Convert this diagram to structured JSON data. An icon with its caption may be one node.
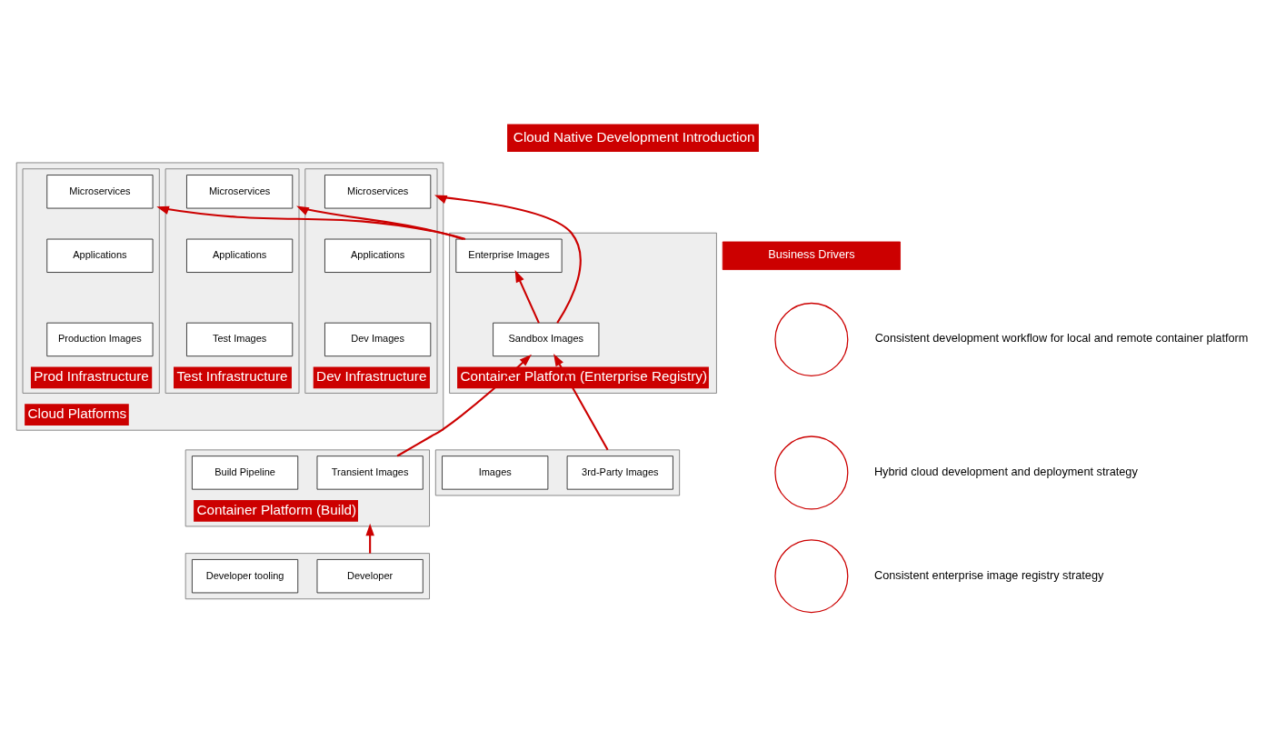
{
  "diagram": {
    "title": "Cloud Native Development Introduction",
    "nodes": [
      {
        "text": [
          "Cloud Platforms"
        ]
      },
      {
        "text": [
          "Dev Infrastructure"
        ],
        "in": 0
      },
      {
        "text": [
          "Microservices"
        ],
        "in": 1
      },
      {
        "text": [
          "Applications"
        ],
        "in": 1
      },
      {
        "text": [
          "Dev Images"
        ],
        "in": 1
      },
      {
        "text": [
          "Test Infrastructure"
        ],
        "in": 0
      },
      {
        "text": [
          "Microservices"
        ],
        "in": 5
      },
      {
        "text": [
          "Applications"
        ],
        "in": 5
      },
      {
        "text": [
          "Test Images"
        ],
        "in": 5
      },
      {
        "text": [
          "Prod Infrastructure"
        ],
        "in": 0
      },
      {
        "text": [
          "Microservices"
        ],
        "in": 9
      },
      {
        "text": [
          "Applications"
        ],
        "in": 9
      },
      {
        "text": [
          "Production Images"
        ],
        "in": 9
      },
      {
        "text": [
          "Business Drivers"
        ]
      },
      {
        "text": [],
        "shape": "circle",
        "beside": [
          "Consistent development workflow for local and remote container platform"
        ]
      },
      {
        "text": [],
        "shape": "circle",
        "beside": [
          "Hybrid cloud development and deployment strategy"
        ]
      },
      {
        "text": [],
        "shape": "circle",
        "beside": [
          "Consistent enterprise image registry strategy"
        ]
      },
      {
        "text": [
          "Container Platform (Enterprise Registry)"
        ]
      },
      {
        "text": [
          "Sandbox Images"
        ],
        "in": 17
      },
      {
        "text": [
          "Enterprise Images"
        ],
        "in": 17
      },
      {
        "text": [
          "Container Platform (Build)"
        ]
      },
      {
        "text": [
          "Transient Images"
        ],
        "in": 20
      },
      {
        "text": [
          "Build Pipeline"
        ],
        "in": 20
      },
      {
        "text": [],
        "shape": "box"
      },
      {
        "text": [
          "3rd-Party Images"
        ],
        "in": 23
      },
      {
        "text": [
          "Images"
        ],
        "in": 23
      },
      {
        "text": [],
        "shape": "box"
      },
      {
        "text": [
          "Developer"
        ],
        "in": 26
      },
      {
        "text": [
          "Developer tooling"
        ],
        "in": 26
      }
    ],
    "edges": [
      {
        "from": 18,
        "to": 1,
        "arrow": "to"
      },
      {
        "from": 19,
        "to": 5,
        "arrow": "to"
      },
      {
        "from": 19,
        "to": 9,
        "arrow": "to"
      },
      {
        "from": 18,
        "to": 19,
        "arrow": "to"
      },
      {
        "from": 23,
        "to": 18,
        "arrow": "to"
      },
      {
        "from": 21,
        "to": 18,
        "arrow": "to"
      },
      {
        "from": 26,
        "to": 20,
        "arrow": "to"
      }
    ]
  }
}
